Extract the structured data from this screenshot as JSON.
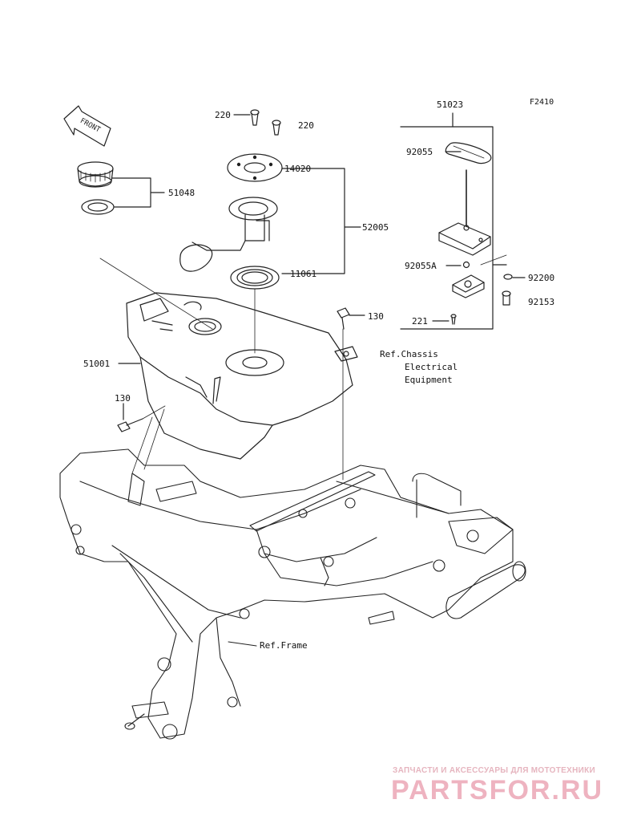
{
  "figure_code": "F2410",
  "front_label": "FRONT",
  "callouts": {
    "p220_a": "220",
    "p220_b": "220",
    "p14020": "14020",
    "p51048": "51048",
    "p52005": "52005",
    "p11061": "11061",
    "p130_top": "130",
    "p51001": "51001",
    "p130_left": "130",
    "p51023": "51023",
    "p92055": "92055",
    "p92055a": "92055A",
    "p92200": "92200",
    "p92153": "92153",
    "p221": "221"
  },
  "references": {
    "chassis_l1": "Ref.Chassis",
    "chassis_l2": "Electrical",
    "chassis_l3": "Equipment",
    "frame": "Ref.Frame"
  },
  "watermark": {
    "tagline": "ЗАПЧАСТИ И АКСЕССУАРЫ ДЛЯ МОТОТЕХНИКИ",
    "brand": "PARTSFOR.RU"
  }
}
